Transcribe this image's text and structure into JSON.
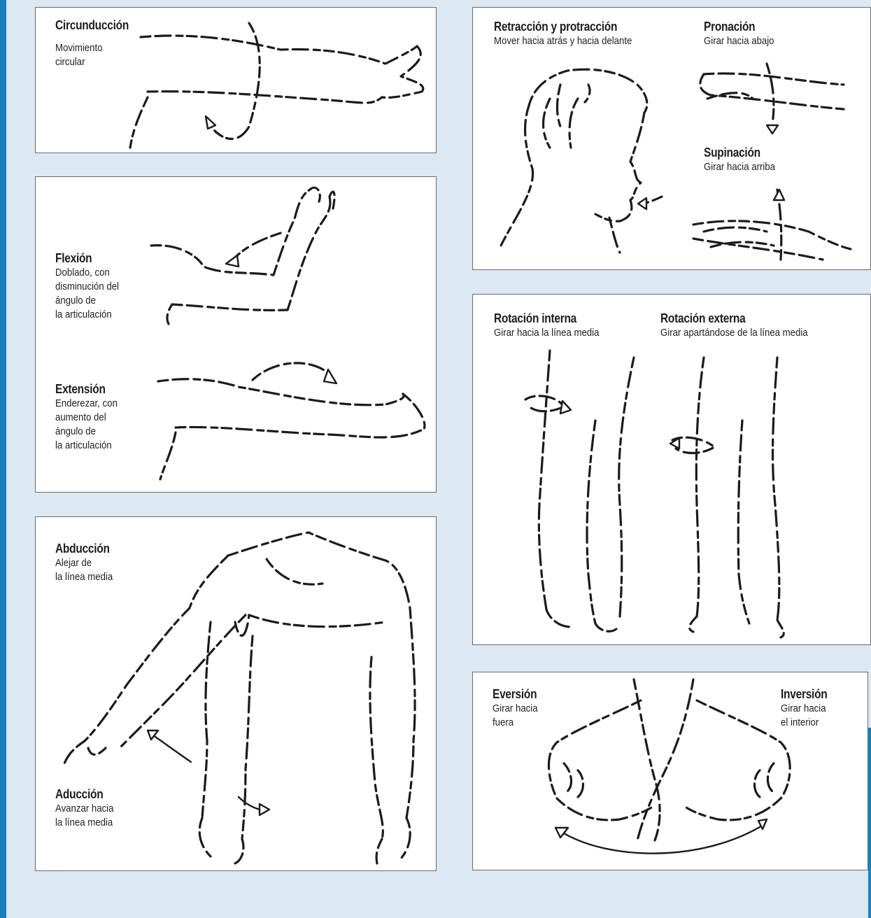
{
  "panels": {
    "circunduccion": {
      "title": "Circunducción",
      "desc": "Movimiento\ncircular"
    },
    "flexion": {
      "title": "Flexión",
      "desc": "Doblado, con\ndisminución del\nángulo de\nla articulación"
    },
    "extension": {
      "title": "Extensión",
      "desc": "Enderezar, con\naumento del\nángulo de\nla articulación"
    },
    "abduccion": {
      "title": "Abducción",
      "desc": "Alejar de\nla línea media"
    },
    "aduccion": {
      "title": "Aducción",
      "desc": "Avanzar hacia\nla línea media"
    },
    "retraccion": {
      "title": "Retracción y protracción",
      "desc": "Mover hacia atrás y hacia delante"
    },
    "pronacion": {
      "title": "Pronación",
      "desc": "Girar hacia abajo"
    },
    "supinacion": {
      "title": "Supinación",
      "desc": "Girar hacia arriba"
    },
    "rotacion_interna": {
      "title": "Rotación interna",
      "desc": "Girar hacia la línea media"
    },
    "rotacion_externa": {
      "title": "Rotación externa",
      "desc": "Girar apartándose de la línea media"
    },
    "eversion": {
      "title": "Eversión",
      "desc": "Girar hacia\nfuera"
    },
    "inversion": {
      "title": "Inversión",
      "desc": "Girar hacia\nel interior"
    }
  },
  "colors": {
    "accent": "#1a7ec0",
    "background": "#dce8f2",
    "panel": "#ffffff",
    "stroke": "#1b1b1b"
  }
}
